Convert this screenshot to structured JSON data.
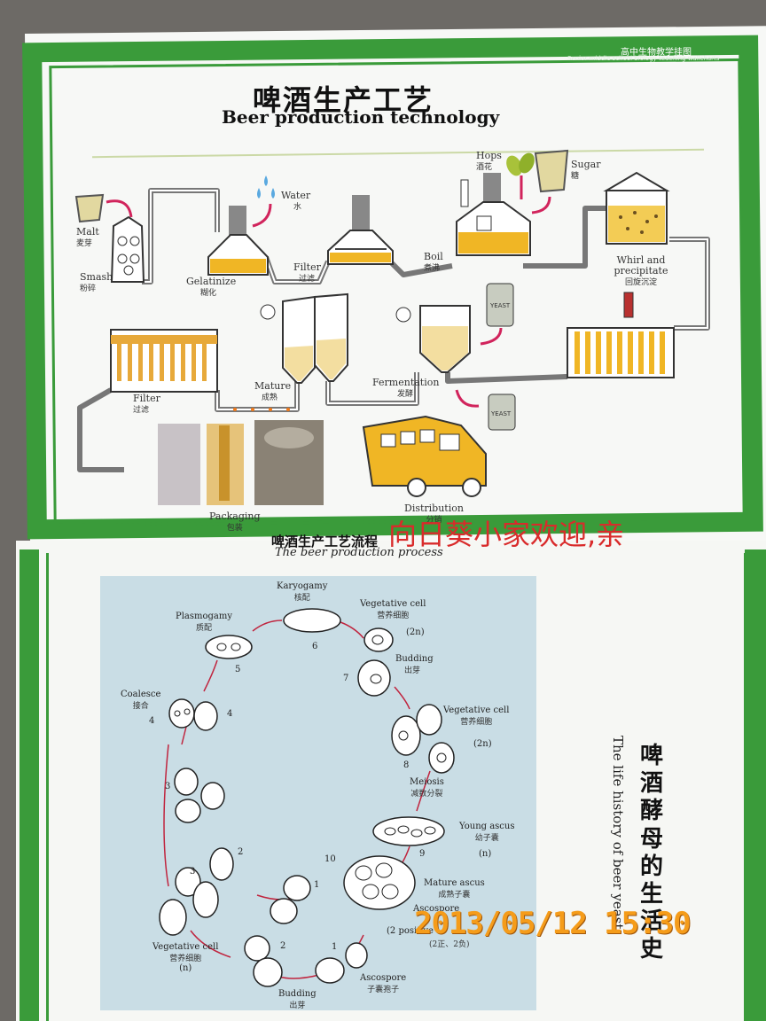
{
  "header": {
    "series": "高中生物教学挂图",
    "series_en": "Senior middle school biology teaching wallcharts"
  },
  "title": {
    "zh": "啤酒生产工艺",
    "en": "Beer production technology"
  },
  "process_labels": {
    "malt_en": "Malt",
    "malt_zh": "麦芽",
    "smash_en": "Smash",
    "smash_zh": "粉碎",
    "water_en": "Water",
    "water_zh": "水",
    "gelatinize_en": "Gelatinize",
    "gelatinize_zh": "糊化",
    "filter1_en": "Filter",
    "filter1_zh": "过滤",
    "hops_en": "Hops",
    "hops_zh": "酒花",
    "sugar_en": "Sugar",
    "sugar_zh": "糖",
    "boil_en": "Boil",
    "boil_zh": "煮沸",
    "whirl_en": "Whirl and precipitate",
    "whirl_zh": "回旋沉淀",
    "yeast1": "YEAST",
    "fermentation_en": "Fermentation",
    "fermentation_zh": "发酵",
    "yeast2": "YEAST",
    "mature_en": "Mature",
    "mature_zh": "成熟",
    "filter2_en": "Filter",
    "filter2_zh": "过滤",
    "packaging_en": "Packaging",
    "packaging_zh": "包装",
    "distribution_en": "Distribution",
    "distribution_zh": "分销"
  },
  "process_caption": {
    "zh": "啤酒生产工艺流程",
    "en": "The beer production process"
  },
  "lifecycle": {
    "karyogamy_en": "Karyogamy",
    "karyogamy_zh": "核配",
    "n6": "6",
    "plasmogamy_en": "Plasmogamy",
    "plasmogamy_zh": "质配",
    "n5": "5",
    "vegcell1_en": "Vegetative cell",
    "vegcell1_zh": "营养细胞",
    "ploidy1": "(2n)",
    "budding1_en": "Budding",
    "budding1_zh": "出芽",
    "n7": "7",
    "coalesce_en": "Coalesce",
    "coalesce_zh": "接合",
    "n4a": "4",
    "n4b": "4",
    "vegcell2_en": "Vegetative cell",
    "vegcell2_zh": "营养细胞",
    "ploidy2": "(2n)",
    "n8": "8",
    "meiosis_en": "Meiosis",
    "meiosis_zh": "减数分裂",
    "n3a": "3",
    "young_en": "Young ascus",
    "young_zh": "幼子囊",
    "ploidy3": "(n)",
    "n9": "9",
    "n10": "10",
    "n2a": "2",
    "n3b": "3",
    "mature_en": "Mature ascus",
    "mature_zh": "成熟子囊",
    "ascospore1_en": "Ascospore",
    "pos_en": "(2 positive",
    "pos_zh": "(2正、2负)",
    "n1a": "1",
    "vegcell3_en": "Vegetative cell",
    "vegcell3_zh": "营养细胞",
    "ploidy4": "(n)",
    "n2b": "2",
    "n1b": "1",
    "ascospore2_en": "Ascospore",
    "ascospore2_zh": "子囊孢子",
    "budding2_en": "Budding",
    "budding2_zh": "出芽"
  },
  "side_title": {
    "zh": "啤酒酵母的生活史",
    "en": "The life history of beer yeast"
  },
  "watermark": "向日葵小家欢迎,亲",
  "timestamp": "2013/05/12 15:30",
  "colors": {
    "frame_green": "#3a9b3a",
    "arrow_red": "#d1245c",
    "panel_blue": "#c9dde5",
    "timestamp_orange": "#f59c1a"
  }
}
